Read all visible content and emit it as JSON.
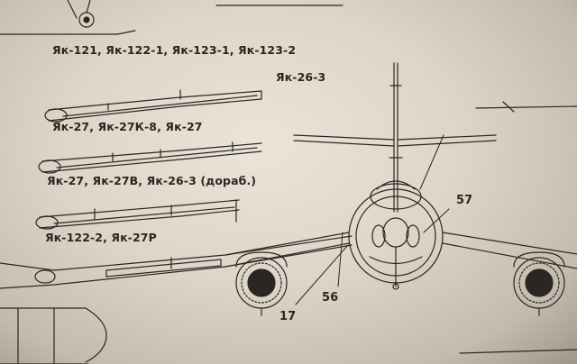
{
  "variant_labels": {
    "row1": "Як-121, Як-122-1, Як-123-1, Як-123-2",
    "row1_right": "Як-26-3",
    "row2": "Як-27, Як-27К-8,  Як-27",
    "row3": "Як-27, Як-27В, Як-26-3 (дораб.)",
    "row4": "Як-122-2, Як-27Р"
  },
  "callouts": {
    "c57": "57",
    "c56": "56",
    "c17": "17"
  },
  "colors": {
    "paper": "#e6dfd3",
    "ink": "#2a2622"
  }
}
